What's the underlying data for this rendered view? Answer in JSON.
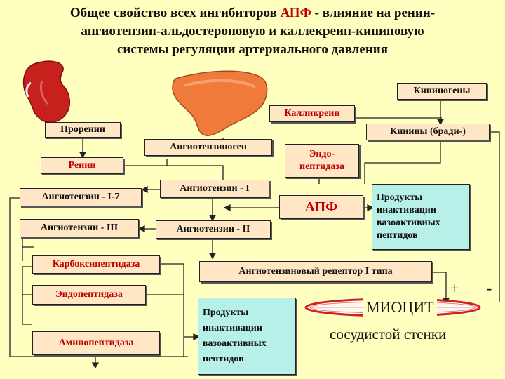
{
  "title": {
    "line1_prefix": "Общее свойство всех ингибиторов ",
    "line1_highlight": "АПФ",
    "line1_suffix": " - влияние на ренин-",
    "line2": "ангиотензин-альдостероновую и каллекреин-кининовую",
    "line3": "системы регуляции артериального давления"
  },
  "nodes": {
    "kininogens": "Кининогены",
    "kallikrein": "Калликреин",
    "prorenin": "Проренин",
    "kinins": "Кинины (бради-)",
    "angiotensinogen": "Ангиотензиноген",
    "endopeptidase_small": "Эндо-пептидаза",
    "renin": "Ренин",
    "ang17": "Ангиотензин - I-7",
    "ang1": "Ангиотензин - I",
    "ace": "АПФ",
    "inactivation_products_right": "Продукты инактивации вазоактивных пептидов",
    "ang3": "Ангиотензин - III",
    "ang2": "Ангиотензин - II",
    "carboxypeptidase": "Карбоксипептидаза",
    "at1_receptor": "Ангиотензиновый рецептор I типа",
    "endopeptidase": "Эндопептидаза",
    "aminopeptidase": "Аминопептидаза",
    "inactivation_products_bottom": "Продукты инактивации вазоактивных пептидов",
    "myocyte": "МИОЦИТ",
    "vessel_wall": "сосудистой стенки",
    "plus_sign": "+",
    "minus_sign": "-"
  },
  "colors": {
    "background": "#ffffc0",
    "box_fill": "#ffe6c4",
    "green_box_fill": "#b7f0e8",
    "title_highlight": "#c00000",
    "red_label": "#c00000",
    "kidney": "#c8201c",
    "liver": "#f07a3a",
    "myocyte_ring": "#d02020"
  }
}
